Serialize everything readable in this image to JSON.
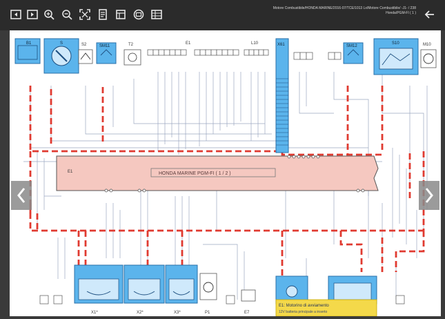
{
  "toolbar": {
    "icons": [
      "first-page-icon",
      "next-page-icon",
      "zoom-in-icon",
      "zoom-out-icon",
      "fit-screen-icon",
      "document-icon",
      "layers-icon",
      "print-icon",
      "grid-icon"
    ],
    "title": "Motore Combustibile/HONDA MARINE/2016-07/TCE/1013 Lx/Motore Combustibile/ -J1- / 238",
    "subtitle": "Honda/PGM-FI ( 1 )",
    "back_icon": "arrow-left-icon"
  },
  "diagram": {
    "components": {
      "b1": "B1",
      "s1": "S",
      "s2": "S2",
      "sm11": "SM11",
      "t2": "T2",
      "e1": "E1",
      "l1": "L10",
      "x61": "X61",
      "sm12": "SM12",
      "s10": "S10",
      "m10": "M10"
    },
    "ecu_label": "E1",
    "ecu_title": "HONDA MARINE PGM-FI ( 1 / 2 )",
    "bottom_labels": [
      "X1*",
      "X2*",
      "X3*",
      "P1",
      "E7"
    ],
    "note": {
      "line1": "E1: Motorino di avviamento",
      "line2": "12V batteria principale a inserto"
    },
    "colors": {
      "ecu_fill": "#f5c8c0",
      "connector_blue": "#5bb4ec",
      "harness_red": "#e03a30",
      "note_fill": "#f4d94a"
    }
  },
  "nav": {
    "prev": "chevron-left-icon",
    "next": "chevron-right-icon"
  }
}
